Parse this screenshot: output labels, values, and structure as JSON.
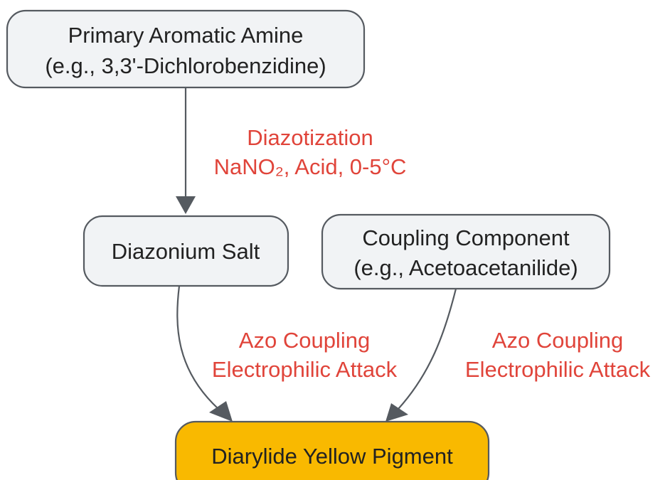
{
  "nodes": {
    "amine": {
      "line1": "Primary Aromatic Amine",
      "line2": "(e.g., 3,3'-Dichlorobenzidine)"
    },
    "diazonium": {
      "line1": "Diazonium Salt"
    },
    "coupling": {
      "line1": "Coupling Component",
      "line2": "(e.g., Acetoacetanilide)"
    },
    "pigment": {
      "line1": "Diarylide Yellow Pigment"
    }
  },
  "edges": {
    "diazotization": {
      "line1": "Diazotization",
      "line2": "NaNO₂, Acid, 0-5°C"
    },
    "azo_left": {
      "line1": "Azo Coupling",
      "line2": "Electrophilic Attack"
    },
    "azo_right": {
      "line1": "Azo Coupling",
      "line2": "Electrophilic Attack"
    }
  },
  "colors": {
    "node_fill": "#f1f3f5",
    "node_stroke": "#555a60",
    "product_fill": "#f9b900",
    "edge_label": "#e0443a"
  }
}
